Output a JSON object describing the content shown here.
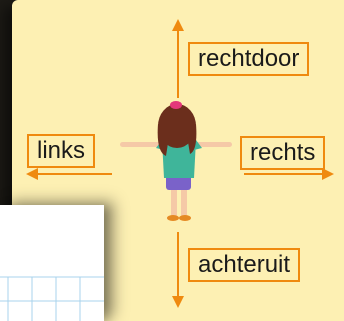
{
  "labels": {
    "forward": "rechtdoor",
    "left": "links",
    "right": "rechts",
    "backward": "achteruit"
  },
  "colors": {
    "card_background": "#fdf0b3",
    "accent": "#ef8a10",
    "shirt": "#3fb59a",
    "shorts": "#7a62c9",
    "hair": "#6b2e1c",
    "hair_clip": "#e4377a"
  }
}
